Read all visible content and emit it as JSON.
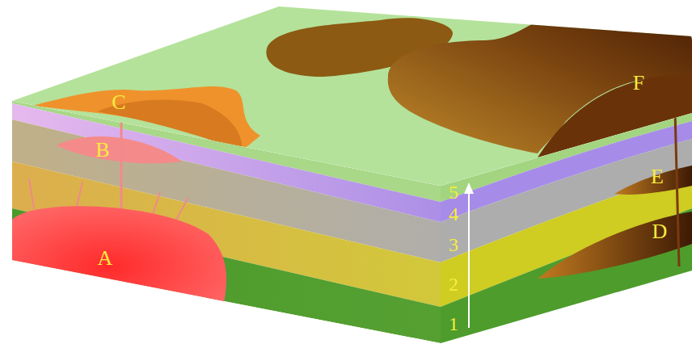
{
  "diagram": {
    "labels": [
      "C",
      "F",
      "B",
      "5",
      "E",
      "4",
      "3",
      "D",
      "2",
      "A",
      "1"
    ]
  }
}
